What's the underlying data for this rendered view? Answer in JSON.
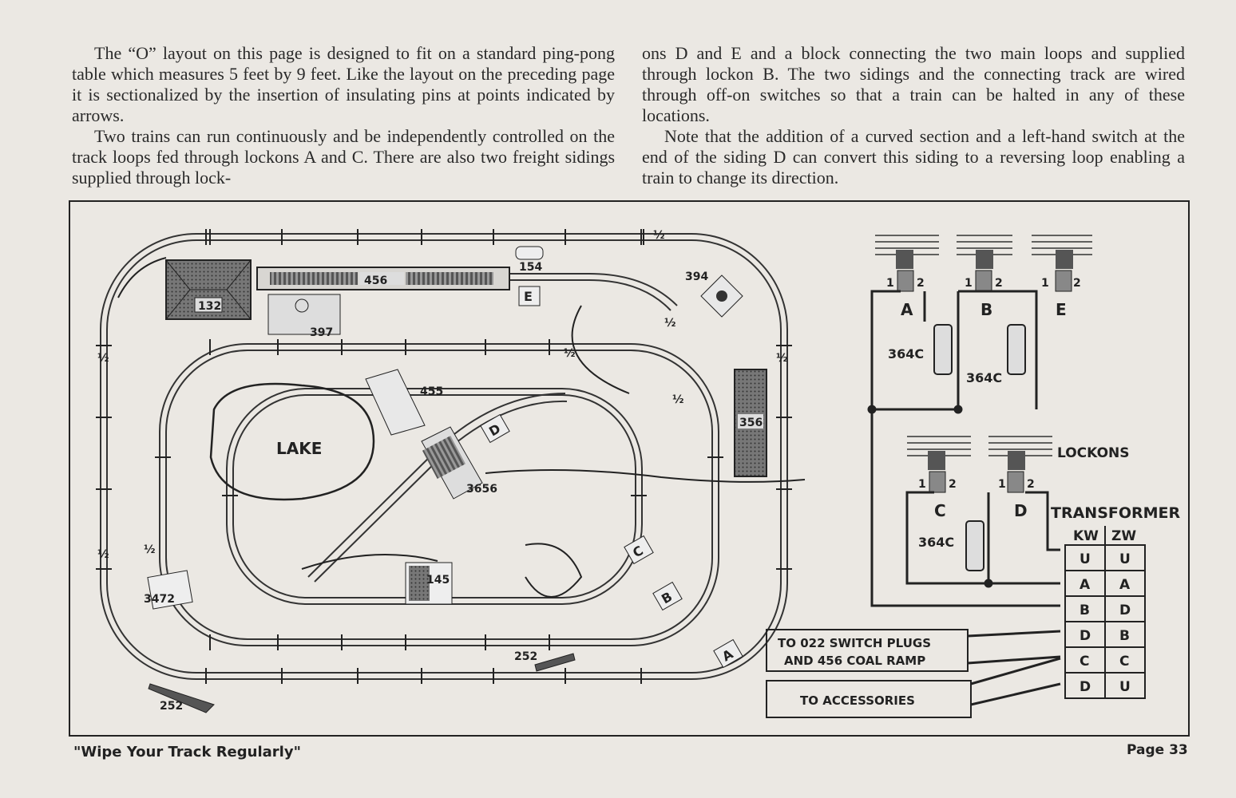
{
  "text": {
    "left": [
      "The “O” layout on this page is designed to fit on a standard ping-pong table which measures 5 feet by 9 feet. Like the layout on the preceding page it is sectionalized by the insertion of insulating pins at points indicated by arrows.",
      "Two trains can  run continuously and be independently controlled on the track loops fed through lockons A and C. There are also two freight sidings supplied through lock-"
    ],
    "right": [
      "ons D and E and a block connecting the two main loops and supplied through lockon B. The two sidings and the connecting track are wired through off-on switches so that a train can be halted in any of these locations.",
      "Note that the addition of a curved section and a left-hand switch at the end of the siding D can convert this siding to a reversing loop enabling a train to change its direction."
    ]
  },
  "diagram": {
    "accessories": {
      "station_132": "132",
      "coal_ramp_456": "456",
      "item_154": "154",
      "item_397": "397",
      "item_394": "394",
      "item_455": "455",
      "item_356": "356",
      "item_3656": "3656",
      "item_145": "145",
      "item_3472": "3472",
      "loco_252_a": "252",
      "loco_252_b": "252"
    },
    "lake": "LAKE",
    "half": "½",
    "lockon_tags": [
      "A",
      "B",
      "C",
      "D",
      "E"
    ],
    "wiring": {
      "lockons_upper": [
        "A",
        "B",
        "E"
      ],
      "lockons_lower": [
        "C",
        "D"
      ],
      "terminal_1": "1",
      "terminal_2": "2",
      "switch_label": "364C",
      "lockons_title": "LOCKONS",
      "transformer_title": "TRANSFORMER",
      "table": {
        "headers": [
          "KW",
          "ZW"
        ],
        "rows": [
          [
            "U",
            "U"
          ],
          [
            "A",
            "A"
          ],
          [
            "B",
            "D"
          ],
          [
            "D",
            "B"
          ],
          [
            "C",
            "C"
          ],
          [
            "D",
            "U"
          ]
        ]
      },
      "box_switch_plugs": [
        "TO 022 SWITCH PLUGS",
        "AND 456 COAL RAMP"
      ],
      "box_accessories": "TO ACCESSORIES"
    }
  },
  "footer": {
    "motto": "\"Wipe Your Track Regularly\"",
    "page": "Page 33"
  }
}
